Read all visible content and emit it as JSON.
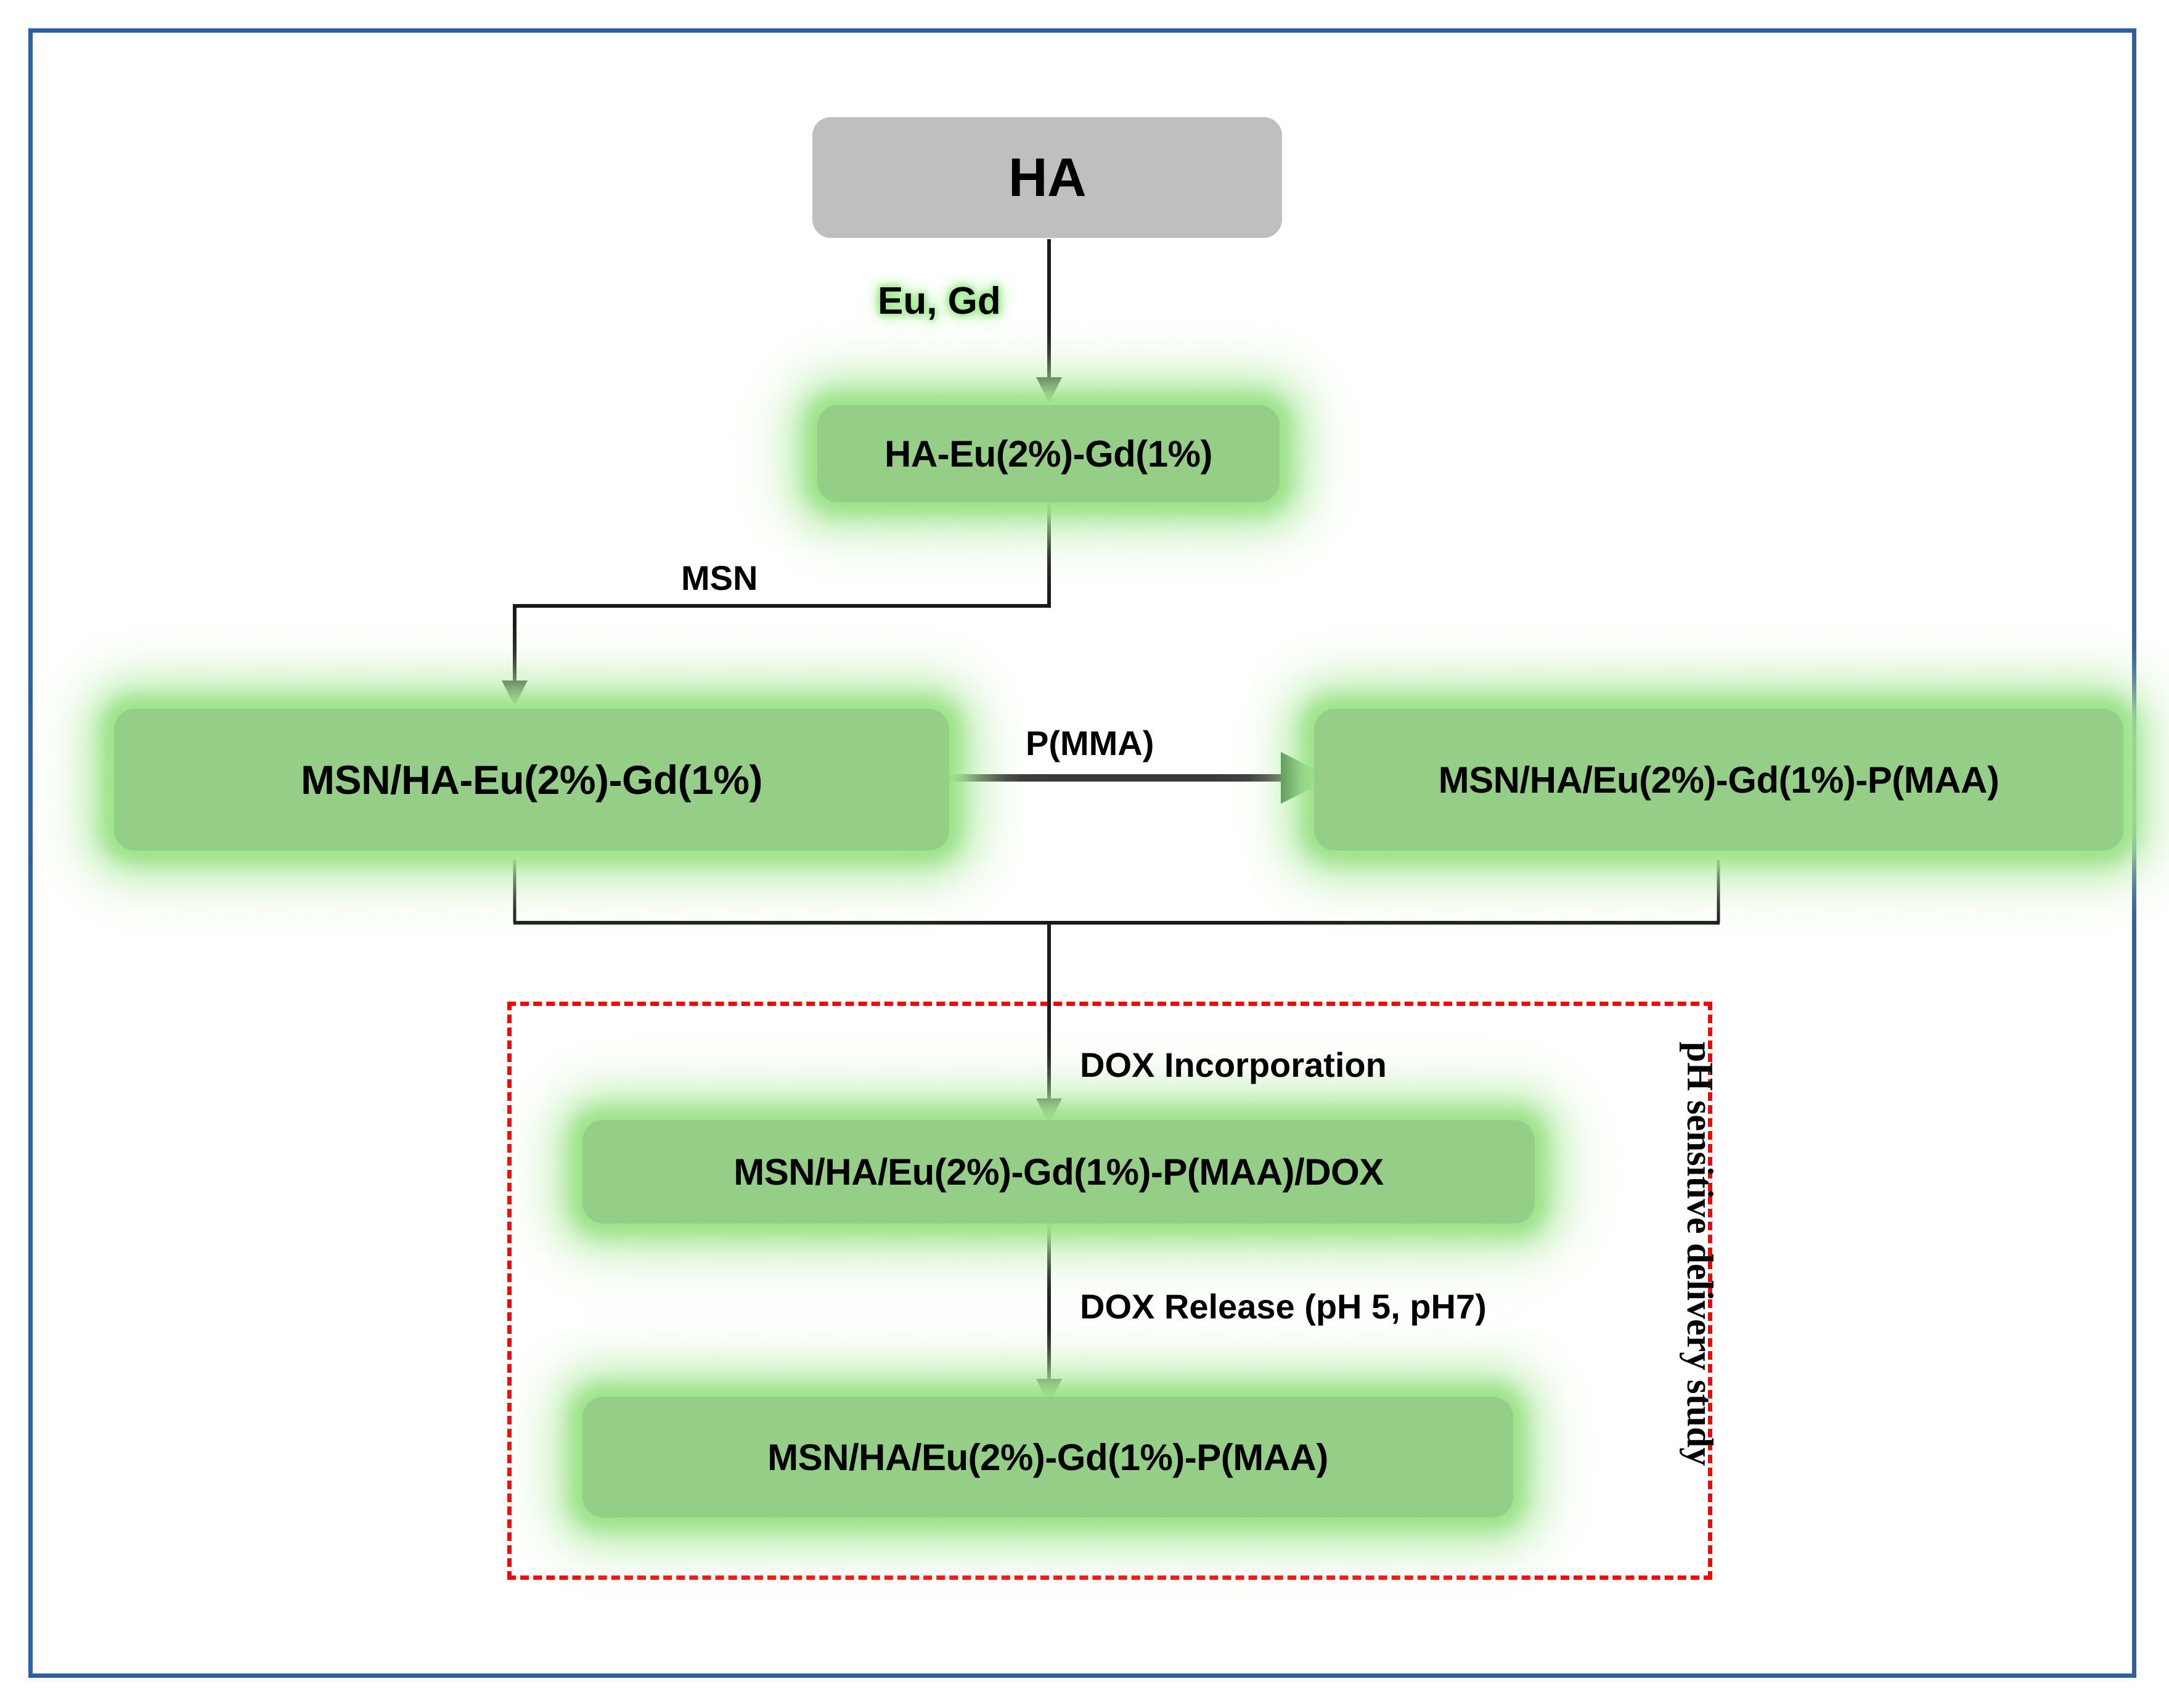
{
  "figure": {
    "kind": "synthesis-flowchart",
    "frame_color": "#2E5F9E",
    "highlight_color": "#95CE86",
    "glow_color": "#9BE287",
    "neutral_color": "#BFBFBF",
    "region_outline_color": "#FF0000"
  },
  "nodes": {
    "ha": "HA",
    "ha_eu_gd": "HA-Eu(2%)-Gd(1%)",
    "msn_ha_eu_gd": "MSN/HA-Eu(2%)-Gd(1%)",
    "msn_ha_eu_gd_pmaa": "MSN/HA/Eu(2%)-Gd(1%)-P(MAA)",
    "msn_ha_eu_gd_pmaa_dox": "MSN/HA/Eu(2%)-Gd(1%)-P(MAA)/DOX",
    "msn_ha_eu_gd_pmaa_released": "MSN/HA/Eu(2%)-Gd(1%)-P(MAA)"
  },
  "edge_labels": {
    "eu_gd": "Eu, Gd",
    "msn": "MSN",
    "pmma": "P(MMA)",
    "dox_incorporation": "DOX Incorporation",
    "dox_release": "DOX Release (pH 5, pH7)"
  },
  "regions": {
    "ph_sensitive_study": "pH sensitive delivery study"
  }
}
